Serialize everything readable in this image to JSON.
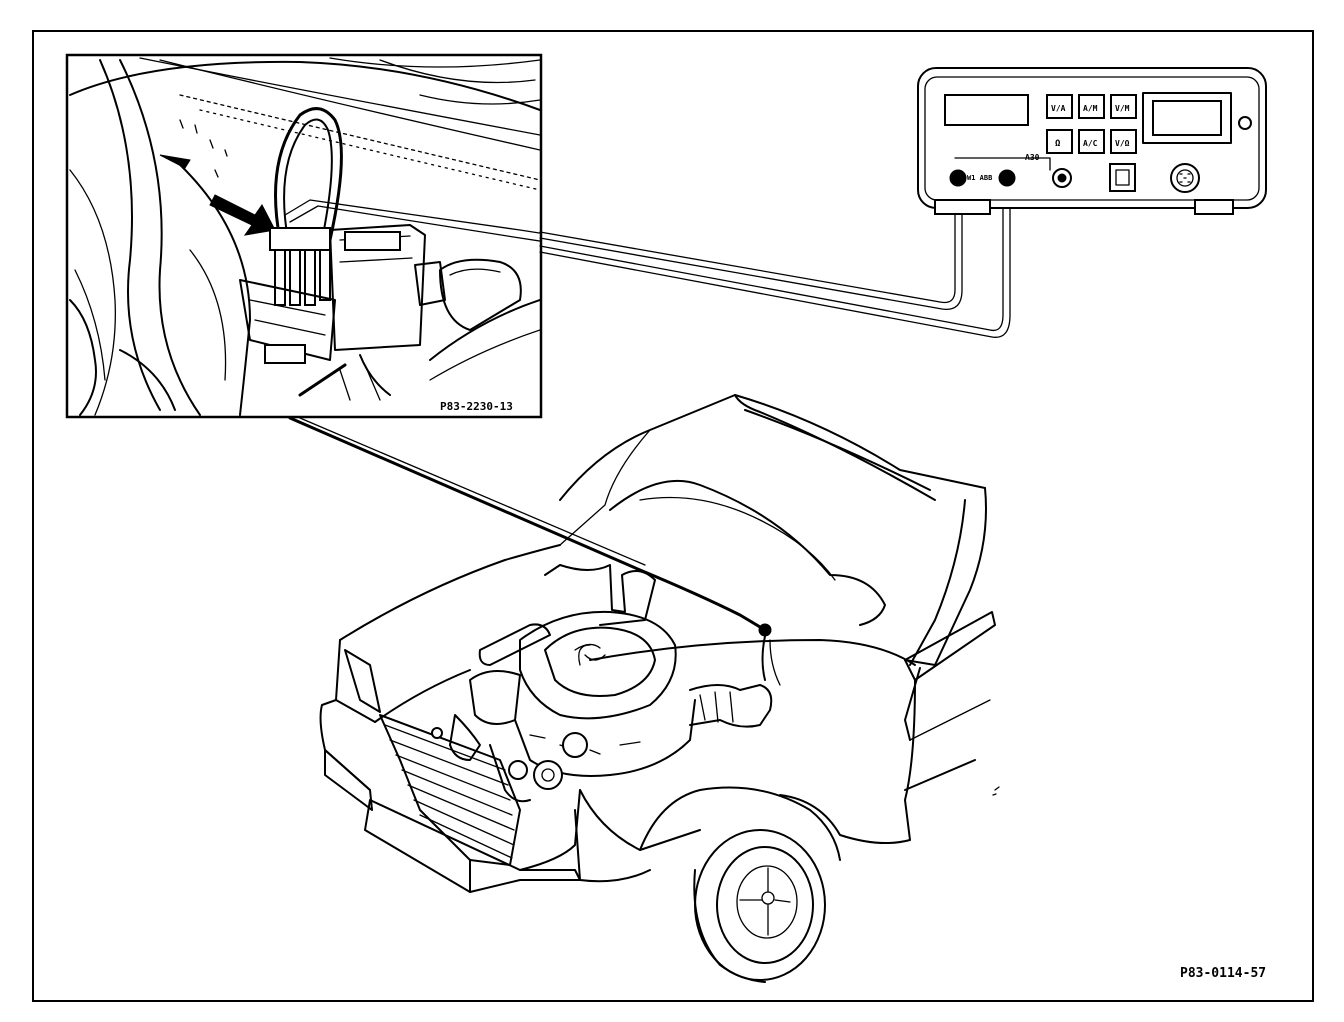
{
  "figure": {
    "figure_code": "P83-0114-57"
  },
  "inset": {
    "figure_code": "P83-2230-13"
  },
  "tester": {
    "socket_label_left": "W1 ABB",
    "socket_label_right": "A30",
    "keys": [
      "V/A",
      "A/M",
      "V/M",
      "Ω",
      "A/C",
      "V/Ω"
    ]
  }
}
